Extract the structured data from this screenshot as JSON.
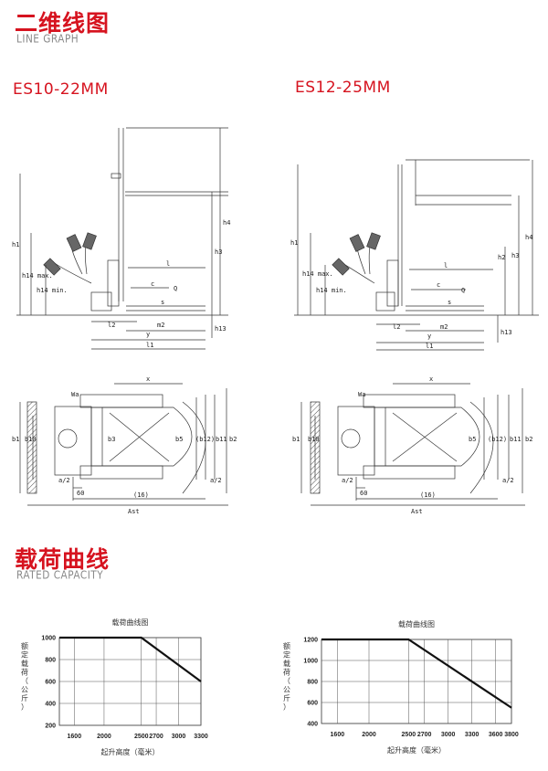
{
  "line_graph": {
    "title": "二维线图",
    "subtitle": "LINE GRAPH"
  },
  "models": [
    "ES10-22MM",
    "ES12-25MM"
  ],
  "dimension_labels": {
    "side": [
      "h1",
      "h4",
      "h3",
      "h14 max.",
      "h14 min.",
      "l",
      "c",
      "Q",
      "s",
      "l2",
      "y",
      "m2",
      "l1",
      "h13",
      "h2"
    ],
    "top": [
      "x",
      "Wa",
      "b1",
      "b10",
      "b3",
      "(b12)",
      "b11",
      "b2",
      "b5",
      "a/2",
      "a/2",
      "60",
      "(16)",
      "Ast"
    ]
  },
  "rated_capacity": {
    "title": "载荷曲线",
    "subtitle": "RATED CAPACITY"
  },
  "chart_data": [
    {
      "type": "line",
      "title": "载荷曲线图",
      "xlabel": "起升高度（毫米）",
      "ylabel": "额定载荷（公斤）",
      "x_ticks": [
        1600,
        2000,
        2500,
        2700,
        3000,
        3300
      ],
      "y_ticks": [
        1000,
        800,
        600,
        400,
        200
      ],
      "xlim": [
        1400,
        3300
      ],
      "ylim": [
        200,
        1000
      ],
      "grid": true,
      "series": [
        {
          "x": [
            1400,
            2500,
            3300
          ],
          "y": [
            1000,
            1000,
            600
          ]
        }
      ]
    },
    {
      "type": "line",
      "title": "载荷曲线图",
      "xlabel": "起升高度（毫米）",
      "ylabel": "额定载荷（公斤）",
      "x_ticks": [
        1600,
        2000,
        2500,
        2700,
        3000,
        3300,
        3600,
        3800
      ],
      "y_ticks": [
        1200,
        1000,
        800,
        600,
        400
      ],
      "xlim": [
        1400,
        3800
      ],
      "ylim": [
        400,
        1200
      ],
      "grid": true,
      "series": [
        {
          "x": [
            1400,
            2500,
            3800
          ],
          "y": [
            1200,
            1200,
            550
          ]
        }
      ]
    }
  ]
}
